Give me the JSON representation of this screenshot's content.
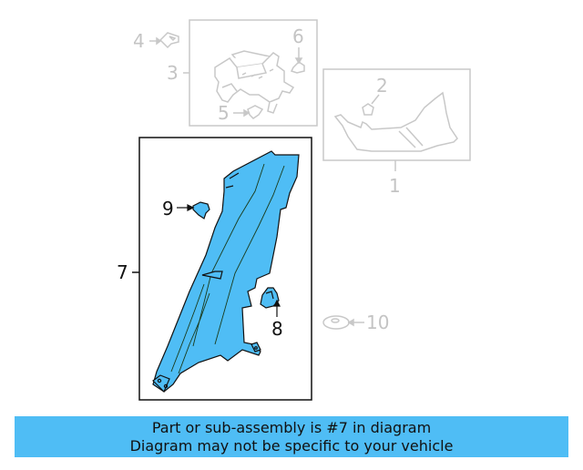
{
  "diagram": {
    "colors": {
      "highlight_fill": "#4fbdf5",
      "active_outline": "#111111",
      "faded_outline": "#c8c8c8",
      "banner_bg": "#4fbdf5"
    },
    "callouts": [
      {
        "id": "1",
        "label": "1",
        "state": "faded"
      },
      {
        "id": "2",
        "label": "2",
        "state": "faded"
      },
      {
        "id": "3",
        "label": "3",
        "state": "faded"
      },
      {
        "id": "4",
        "label": "4",
        "state": "faded"
      },
      {
        "id": "5",
        "label": "5",
        "state": "faded"
      },
      {
        "id": "6",
        "label": "6",
        "state": "faded"
      },
      {
        "id": "7",
        "label": "7",
        "state": "active"
      },
      {
        "id": "8",
        "label": "8",
        "state": "active"
      },
      {
        "id": "9",
        "label": "9",
        "state": "active"
      },
      {
        "id": "10",
        "label": "10",
        "state": "faded"
      }
    ]
  },
  "banner": {
    "line1": "Part or sub-assembly is #7 in diagram",
    "line2": "Diagram may not be specific to your vehicle"
  }
}
